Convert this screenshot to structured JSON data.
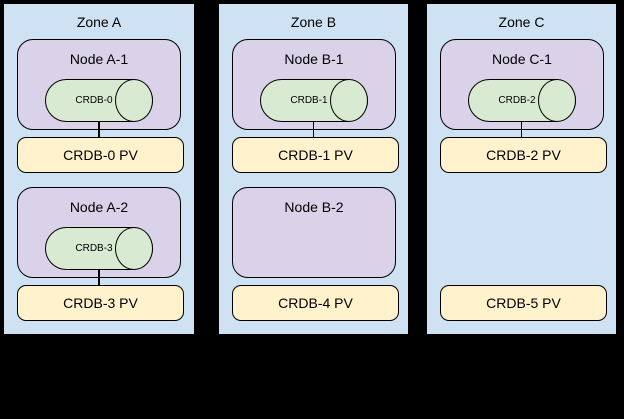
{
  "diagram": {
    "description": "CockroachDB pods, nodes and persistent volumes across availability zones",
    "colors": {
      "background": "#000000",
      "zone_fill": "#cfe2f3",
      "node_fill": "#d9d2e9",
      "pod_cylinder_fill": "#d9ead3",
      "pv_fill": "#fff2cc",
      "border": "#000000",
      "text": "#000000"
    },
    "zones": [
      {
        "label": "Zone A",
        "nodes": [
          {
            "label": "Node A-1",
            "pod": "CRDB-0",
            "pv": "CRDB-0 PV",
            "connected": true
          },
          {
            "label": "Node A-2",
            "pod": "CRDB-3",
            "pv": "CRDB-3 PV",
            "connected": true
          }
        ]
      },
      {
        "label": "Zone B",
        "nodes": [
          {
            "label": "Node B-1",
            "pod": "CRDB-1",
            "pv": "CRDB-1 PV",
            "connected": true
          },
          {
            "label": "Node B-2",
            "pod": null,
            "pv": "CRDB-4 PV",
            "connected": false
          }
        ]
      },
      {
        "label": "Zone C",
        "nodes": [
          {
            "label": "Node C-1",
            "pod": "CRDB-2",
            "pv": "CRDB-2 PV",
            "connected": true
          },
          {
            "label": null,
            "pod": null,
            "pv": "CRDB-5 PV",
            "connected": false
          }
        ]
      }
    ]
  }
}
